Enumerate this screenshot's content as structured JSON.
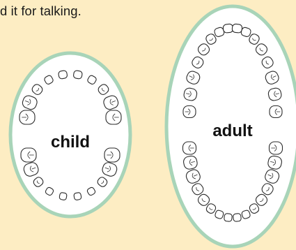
{
  "caption": "d it for talking.",
  "diagrams": {
    "child": {
      "label": "child"
    },
    "adult": {
      "label": "adult"
    }
  },
  "colors": {
    "background": "#fdedc3",
    "jaw_outline": "#a8d4b8",
    "jaw_fill": "#ffffff",
    "tooth_stroke": "#2a2a2a"
  }
}
